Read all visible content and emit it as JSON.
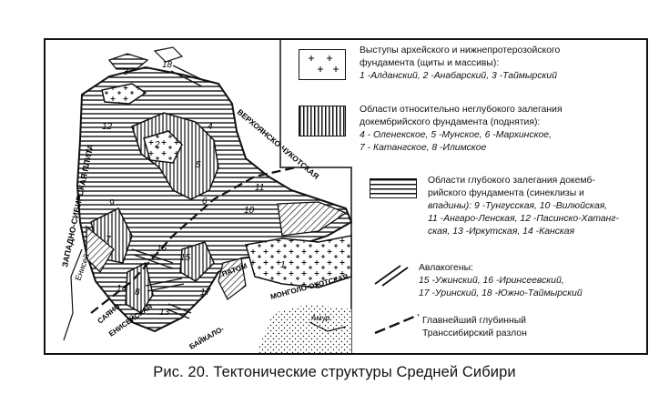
{
  "legend": {
    "shields": {
      "title_1": "Выступы архейского и нижнепротерозойского",
      "title_2": "фундамента (щиты и массивы):",
      "items": "1 -Алданский, 2 -Анабарский, 3 -Таймырский"
    },
    "uplifts": {
      "title_1": "Области относительно неглубокого залегания",
      "title_2": "докембрийского фундамента (поднятия):",
      "items_1": "4 - Оленекское, 5 -Мунское, 6 -Мархинское,",
      "items_2": "7 - Катангское, 8 -Илимское"
    },
    "depressions": {
      "title_1": "Области глубокого залегания докемб-",
      "title_2": "рийского фундамента (синеклизы и",
      "items_1": "впадины): 9 -Тунгусская, 10 -Вилюйская,",
      "items_2": "11 -Ангаро-Ленская, 12 -Пасинско-Хатанг-",
      "items_3": "ская, 13 -Иркутская, 14 -Канская"
    },
    "aulacogens": {
      "title": "Авлакогены:",
      "items_1": "15 -Ужинский, 16 -Иринсеевский,",
      "items_2": "17 -Уринский, 18 -Южно-Таймырский"
    },
    "fault": {
      "title_1": "Главнейший глубинный",
      "title_2": "Транссибирский разлон"
    }
  },
  "map_labels": {
    "west_siberian_plate": "ЗАПАДНО-СИБИРСКАЯ ПЛИТА",
    "yenisei": "Енисей",
    "sayan": "САЯНО-",
    "sayan_2": "ЕНИСЕЙСКАЯ",
    "baikal": "БАЙКАЛО-",
    "patom": "ПАТОМ",
    "verkhoyansk": "ВЕРХОЯНСКО-ЧУКОТСКАЯ",
    "mongol": "МОНГОЛО-ОХОТСКАЯ",
    "amur": "Амур",
    "numbers": [
      "1",
      "2",
      "3",
      "4",
      "5",
      "6",
      "7",
      "8",
      "9",
      "10",
      "11",
      "12",
      "13",
      "14",
      "15",
      "16",
      "17",
      "18"
    ]
  },
  "caption": "Рис. 20. Тектонические структуры Средней Сибири"
}
